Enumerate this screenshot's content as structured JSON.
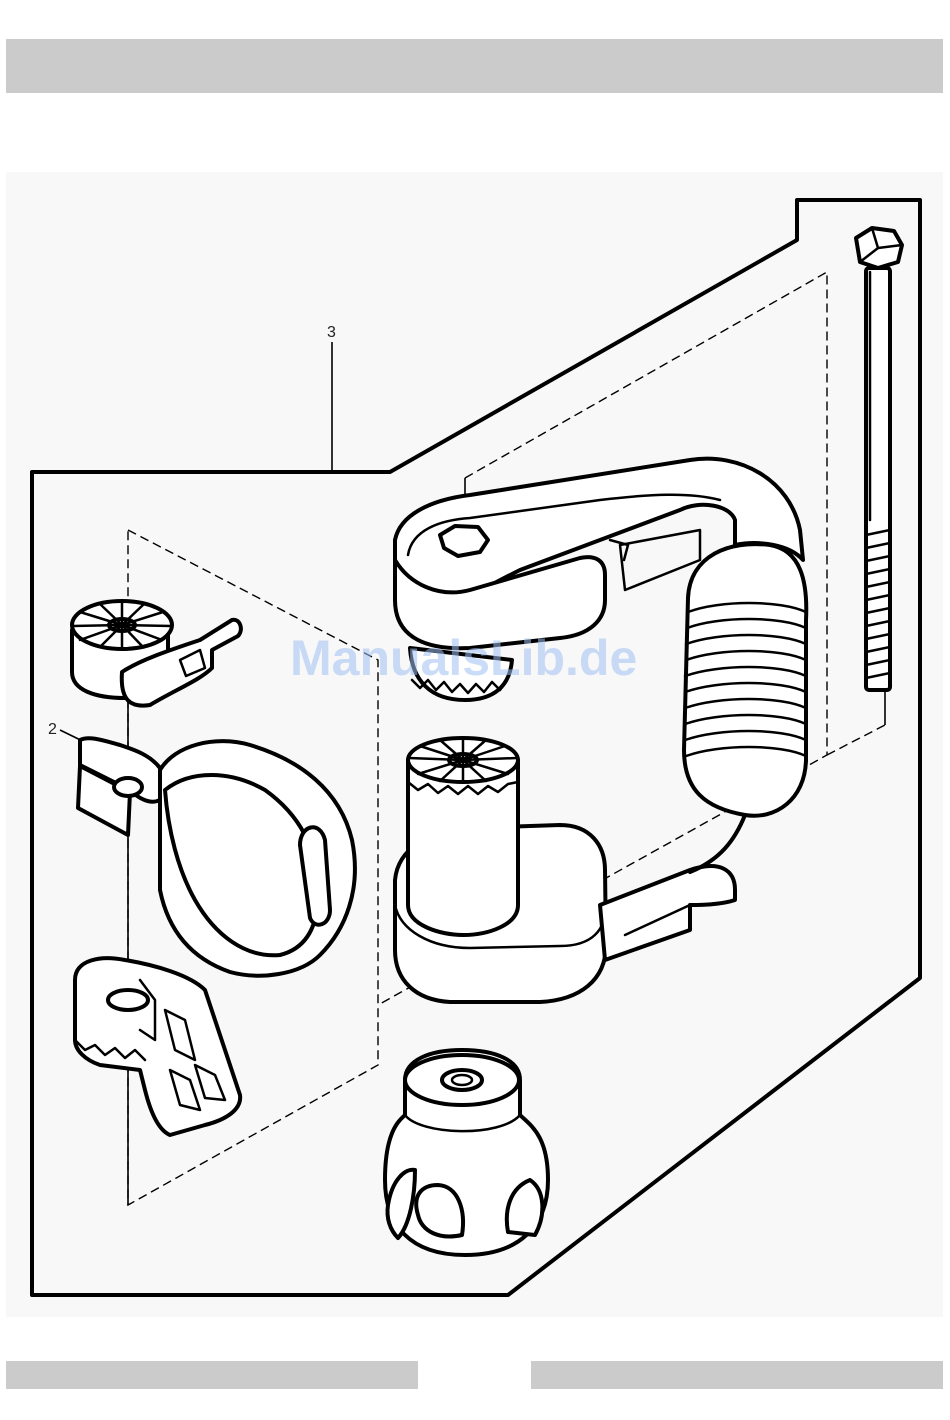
{
  "callouts": {
    "part_2": "2",
    "part_3": "3"
  },
  "watermark": {
    "text": "ManualsLib.de",
    "color": "#9fc0f0"
  },
  "colors": {
    "band": "#cbcbcb",
    "panel": "#f8f8f8",
    "line": "#000000"
  }
}
